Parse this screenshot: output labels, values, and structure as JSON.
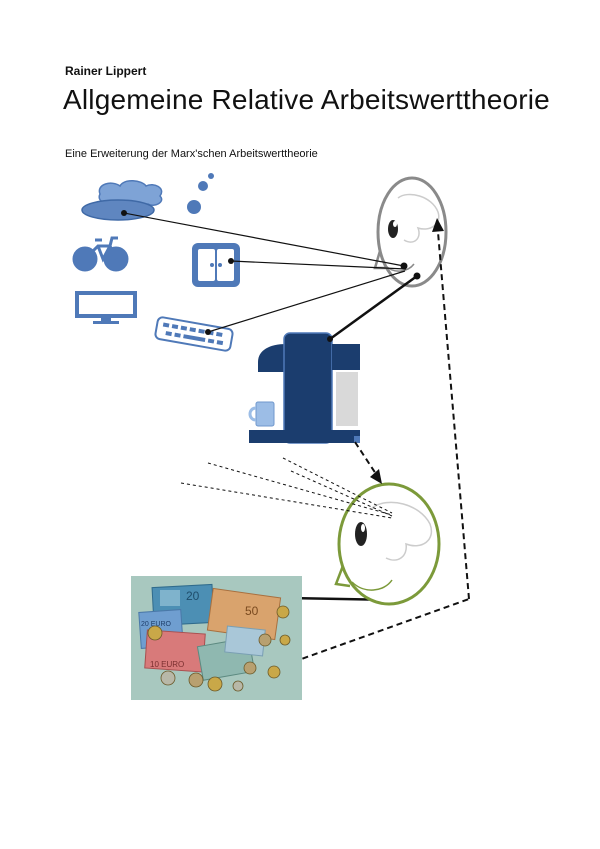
{
  "document": {
    "author": "Rainer Lippert",
    "title": "Allgemeine Relative Arbeitswerttheorie",
    "subtitle": "Eine Erweiterung der Marx'schen Arbeitswerttheorie"
  },
  "colors": {
    "icon_blue": "#4f79b8",
    "icon_blue_light": "#7ea3d6",
    "machine_navy": "#1b3d6e",
    "head_gray": "#8a8a8a",
    "head_green": "#7c9a3a",
    "money_background": "#a8c8bf"
  },
  "illustration": {
    "icons": [
      "thought-cloud-icon",
      "bicycle-icon",
      "cabinet-icon",
      "monitor-icon",
      "keyboard-icon",
      "coffee-machine-icon",
      "cup-icon",
      "gray-head-icon",
      "green-head-icon",
      "euro-money-photo"
    ]
  }
}
